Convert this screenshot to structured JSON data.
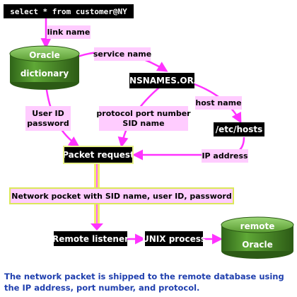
{
  "query": "select * from customer@NY",
  "labels": {
    "link_name": "link name",
    "service_name": "service name",
    "user_id": "User ID",
    "password": "password",
    "protocol_port": "protocol port number",
    "sid_name": "SID name",
    "host_name": "host name",
    "ip_address": "IP address"
  },
  "nodes": {
    "oracle_dictionary_line1": "Oracle",
    "oracle_dictionary_line2": "dictionary",
    "tnsnames": "TNSNAMES.ORA",
    "etc_hosts": "/etc/hosts",
    "packet_request": "Packet request",
    "network_packet": "Network pocket with SID name, user ID, password",
    "remote_listener": "Remote listener",
    "unix_process": "UNIX process",
    "remote_oracle_line1": "remote",
    "remote_oracle_line2": "Oracle"
  },
  "caption": "The network packet is shipped to the remote database using the IP address, port number, and protocol.",
  "colors": {
    "label_fill": "#ffccff",
    "arrow": "#ff33ff",
    "cylinder": "#3d7a1f",
    "packet_border": "#dbe85a",
    "caption": "#1f3fae"
  }
}
